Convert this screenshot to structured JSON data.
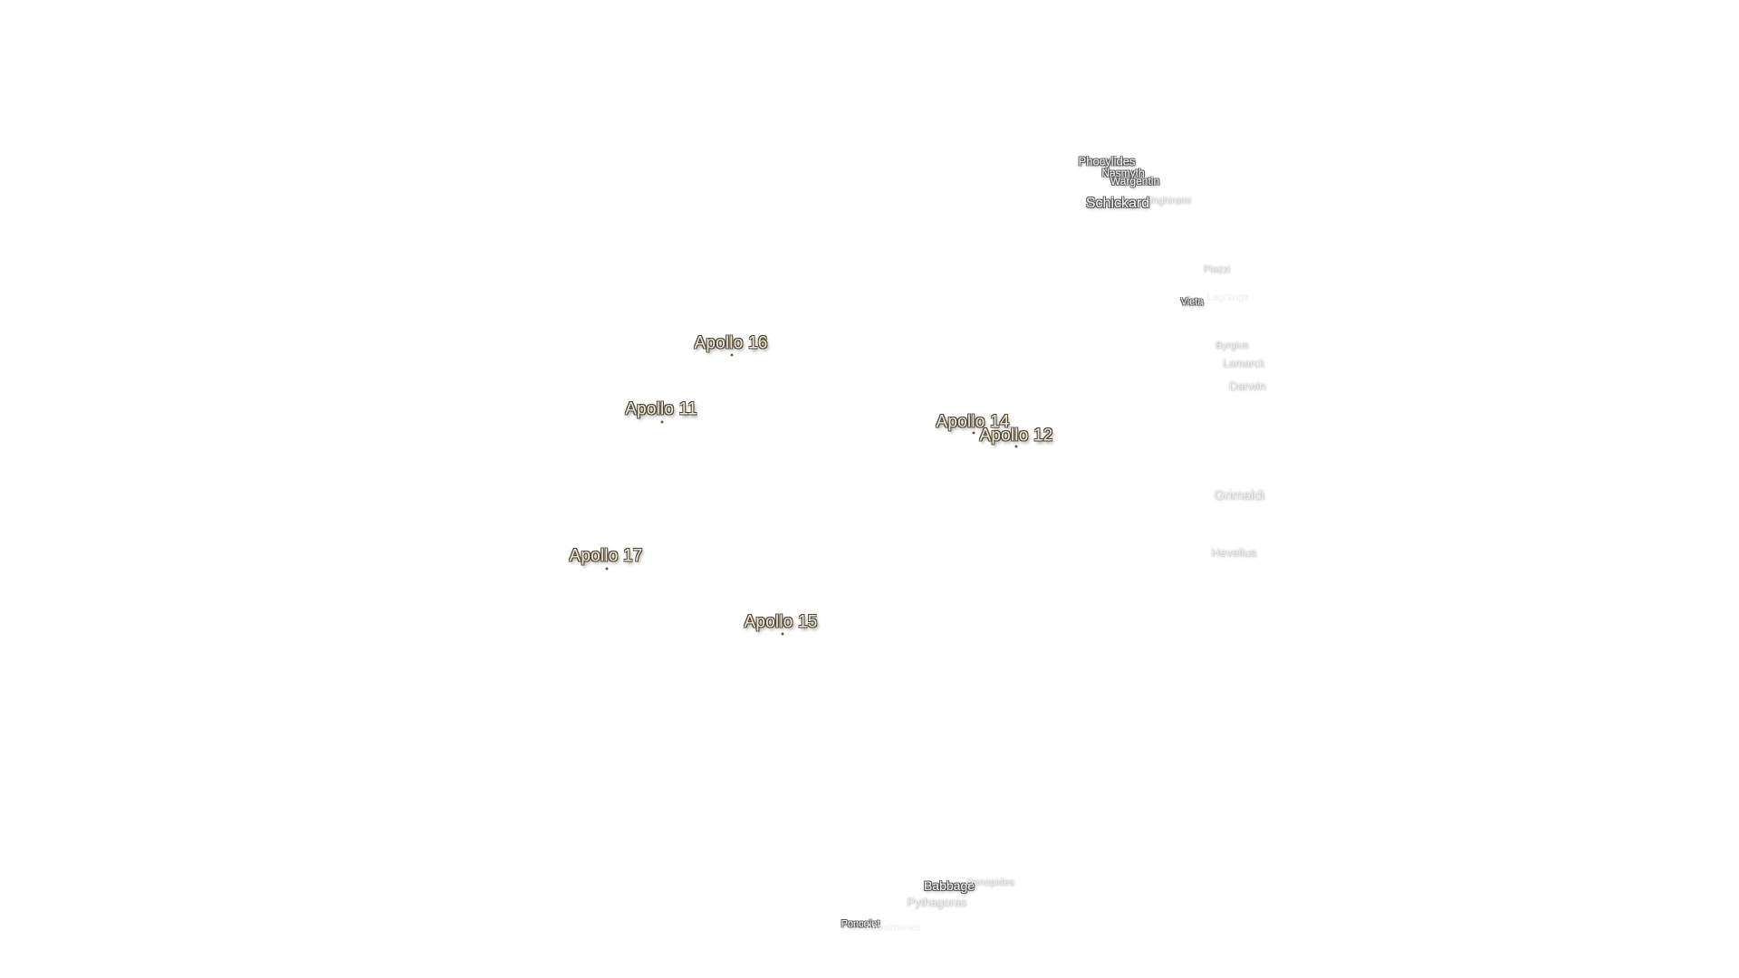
{
  "map": {
    "landing_sites": [
      {
        "name": "Apollo 16"
      },
      {
        "name": "Apollo 11"
      },
      {
        "name": "Apollo 14"
      },
      {
        "name": "Apollo 12"
      },
      {
        "name": "Apollo 17"
      },
      {
        "name": "Apollo 15"
      }
    ],
    "craters": [
      {
        "name": "Phocylides"
      },
      {
        "name": "Nasmyth"
      },
      {
        "name": "Wargentin"
      },
      {
        "name": "Schickard"
      },
      {
        "name": "Inghirami"
      },
      {
        "name": "Piazzi"
      },
      {
        "name": "Lagrange"
      },
      {
        "name": "Vieta"
      },
      {
        "name": "Byrgius"
      },
      {
        "name": "Lamarck"
      },
      {
        "name": "Darwin"
      },
      {
        "name": "Grimaldi"
      },
      {
        "name": "Hevelius"
      },
      {
        "name": "Babbage"
      },
      {
        "name": "Oenopides"
      },
      {
        "name": "Pythagoras"
      },
      {
        "name": "Poncelet"
      },
      {
        "name": "Anaximenes"
      }
    ]
  }
}
